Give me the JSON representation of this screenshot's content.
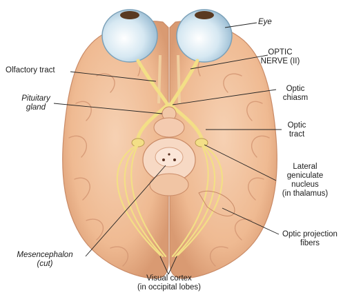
{
  "labels": {
    "eye": "Eye",
    "optic_nerve": [
      "OPTIC",
      "NERVE (II)"
    ],
    "olfactory_tract": "Olfactory tract",
    "optic_chiasm": [
      "Optic",
      "chiasm"
    ],
    "pituitary_gland": [
      "Pituitary",
      "gland"
    ],
    "optic_tract": [
      "Optic",
      "tract"
    ],
    "lateral_geniculate": [
      "Lateral",
      "geniculate",
      "nucleus",
      "(in thalamus)"
    ],
    "optic_projection": [
      "Optic projection",
      "fibers"
    ],
    "mesencephalon": [
      "Mesencephalon",
      "(cut)"
    ],
    "visual_cortex": [
      "Visual cortex",
      "(in occipital lobes)"
    ]
  },
  "colors": {
    "brain": "#efba92",
    "brain_shadow": "#d99a72",
    "nerve": "#f3df86",
    "eye": "#cfe3ef",
    "leader": "#222222"
  }
}
